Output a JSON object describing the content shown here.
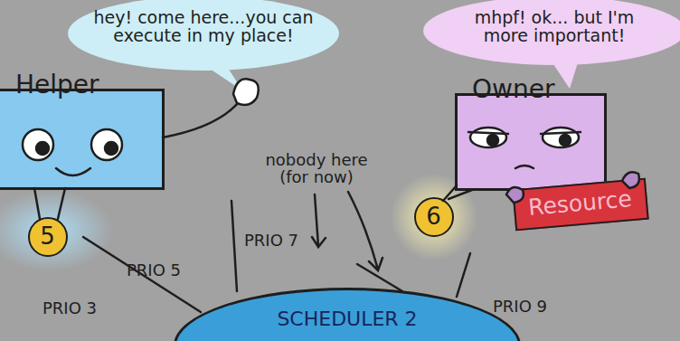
{
  "diagram": {
    "nodes": [
      {
        "text": [
          "hey! come here...you can execute in my place!"
        ]
      },
      {
        "text": [
          "mhpf! ok... but I'm more important!"
        ]
      },
      {
        "text": [
          "Helper"
        ]
      },
      {
        "text": [
          "5"
        ]
      },
      {
        "text": [
          "Owner"
        ]
      },
      {
        "text": [
          "6"
        ]
      },
      {
        "text": [
          "Resource"
        ]
      },
      {
        "text": [
          "SCHEDULER 2"
        ]
      }
    ],
    "labels": [
      "nobody here (for now)",
      "PRIO 5",
      "PRIO 7",
      "PRIO 3",
      "PRIO 9"
    ]
  }
}
